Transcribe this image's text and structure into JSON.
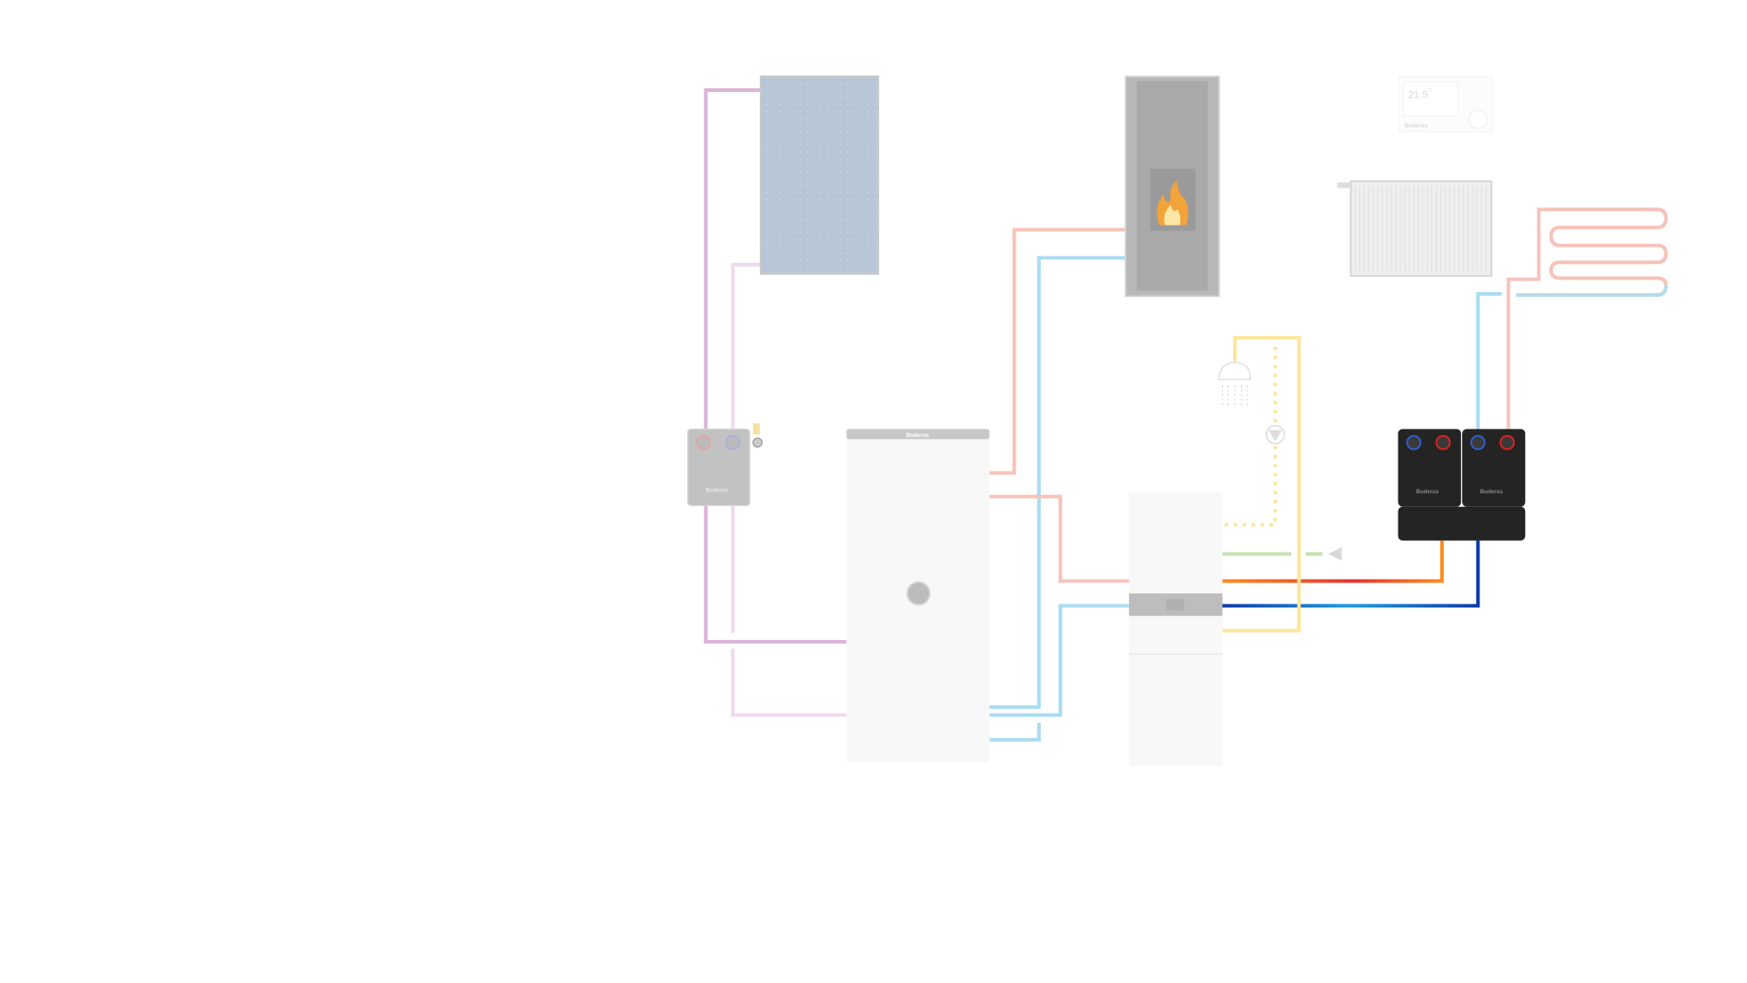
{
  "diagram": {
    "brand": "Buderus",
    "controller": {
      "temperature": "21.5",
      "unit": "°C",
      "brand": "Buderus"
    },
    "tank_brand": "Buderus",
    "solar_station_brand": "Buderus",
    "pump_station_1_brand": "Buderus",
    "pump_station_2_brand": "Buderus"
  },
  "colors": {
    "solar_flow": "#dcb2d8",
    "solar_return": "#efd9ec",
    "hot_pale": "#f6c3bb",
    "cold_pale": "#a9dcf1",
    "hot": "#ff8a1e",
    "hot_red": "#e8322c",
    "cold": "#0a3aa8",
    "cold_light": "#1e9be0",
    "dhw": "#fde69c",
    "gas": "#c5e2b3"
  }
}
